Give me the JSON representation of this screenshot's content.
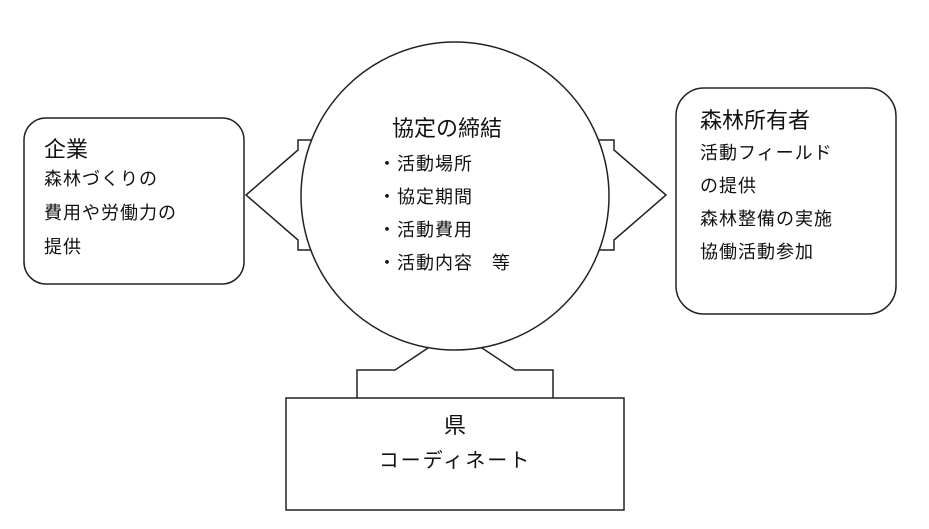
{
  "center": {
    "title": "協定の締結",
    "items": [
      "・活動場所",
      "・協定期間",
      "・活動費用",
      "・活動内容　等"
    ]
  },
  "left_box": {
    "title": "企業",
    "lines": [
      "森林づくりの",
      "費用や労働力の",
      "提供"
    ]
  },
  "right_box": {
    "title": "森林所有者",
    "lines": [
      "活動フィールド",
      "の提供",
      "森林整備の実施",
      "協働活動参加"
    ]
  },
  "bottom_box": {
    "title": "県",
    "subtitle": "コーディネート"
  }
}
